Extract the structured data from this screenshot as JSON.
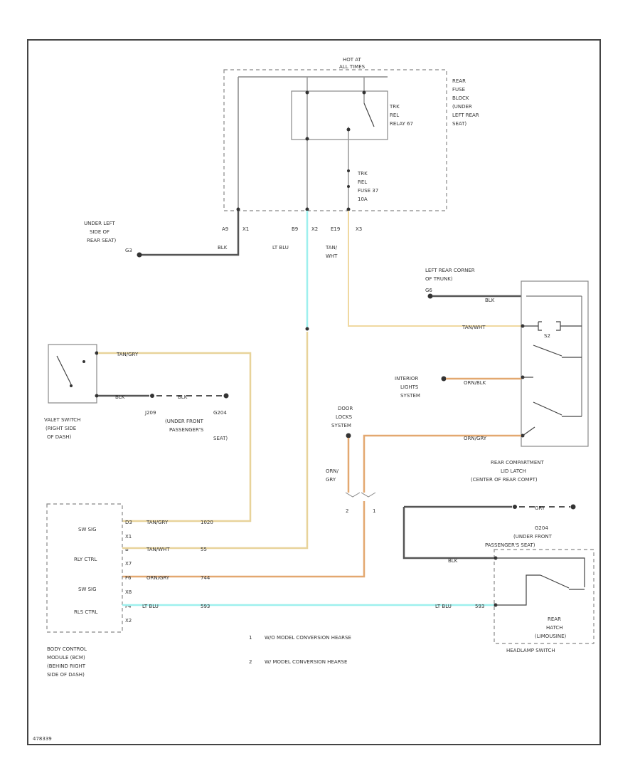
{
  "fuse_block": {
    "hot_label_1": "HOT AT",
    "hot_label_2": "ALL TIMES",
    "title_lines": [
      "REAR",
      "FUSE",
      "BLOCK",
      "(UNDER",
      "LEFT REAR",
      "SEAT)"
    ],
    "relay_lines": [
      "TRK",
      "REL",
      "RELAY 67"
    ],
    "fuse_lines": [
      "TRK",
      "REL",
      "FUSE 37",
      "10A"
    ],
    "pins": [
      "A9",
      "X1",
      "B9",
      "X2",
      "E19",
      "X3"
    ]
  },
  "ground_upper": {
    "location_lines": [
      "UNDER LEFT",
      "SIDE OF",
      "REAR SEAT)"
    ],
    "ground_id": "G3",
    "wire": "BLK"
  },
  "wires": {
    "lt_blu": "LT BLU",
    "tan_wht": [
      "TAN/",
      "WHT"
    ],
    "blk": "BLK",
    "tan_gry": "TAN/GRY",
    "tan_wht_short": "TAN/WHT",
    "orn_gry": "ORN/GRY",
    "gry": "GRY",
    "orn_blk": "ORN/BLK"
  },
  "left_rear_corner": {
    "lines": [
      "LEFT REAR CORNER",
      "OF TRUNK)"
    ],
    "ground_id": "G6"
  },
  "valet_switch": {
    "lines": [
      "VALET SWITCH",
      "(RIGHT SIDE",
      "OF DASH)"
    ],
    "splice": "J209",
    "ground_id": "G204",
    "ground_lines": [
      "(UNDER FRONT",
      "PASSENGER'S",
      "SEAT)"
    ]
  },
  "interior_lights": {
    "lines": [
      "INTERIOR",
      "LIGHTS",
      "SYSTEM"
    ]
  },
  "door_locks": {
    "lines": [
      "DOOR",
      "LOCKS",
      "SYSTEM"
    ],
    "wire_lines": [
      "ORN/",
      "GRY"
    ],
    "pin_left": "2",
    "pin_right": "1"
  },
  "rear_latch": {
    "lines": [
      "REAR COMPARTMENT",
      "LID LATCH",
      "(CENTER OF REAR COMPT)"
    ],
    "switch_label": "S2"
  },
  "bcm": {
    "rows": [
      "SW SIG",
      "RLY CTRL",
      "SW SIG",
      "RLS CTRL"
    ],
    "pins": [
      "D3",
      "X1",
      "B",
      "X7",
      "F6",
      "X8",
      "F4",
      "X2"
    ],
    "circuits": [
      "1020",
      "55",
      "744",
      "593"
    ],
    "lines": [
      "BODY CONTROL",
      "MODULE (BCM)",
      "(BEHIND RIGHT",
      "SIDE OF DASH)"
    ]
  },
  "headlamp_switch": {
    "ground_id": "G204",
    "ground_lines": [
      "(UNDER FRONT",
      "PASSENGER'S SEAT)"
    ],
    "inner_lines": [
      "REAR",
      "HATCH",
      "(LIMOUSINE)"
    ],
    "title": "HEADLAMP SWITCH",
    "circuit": "593"
  },
  "legend": [
    {
      "num": "1",
      "text": "W/O MODEL CONVERSION HEARSE"
    },
    {
      "num": "2",
      "text": "W/ MODEL CONVERSION HEARSE"
    }
  ],
  "footer_code": "478339"
}
